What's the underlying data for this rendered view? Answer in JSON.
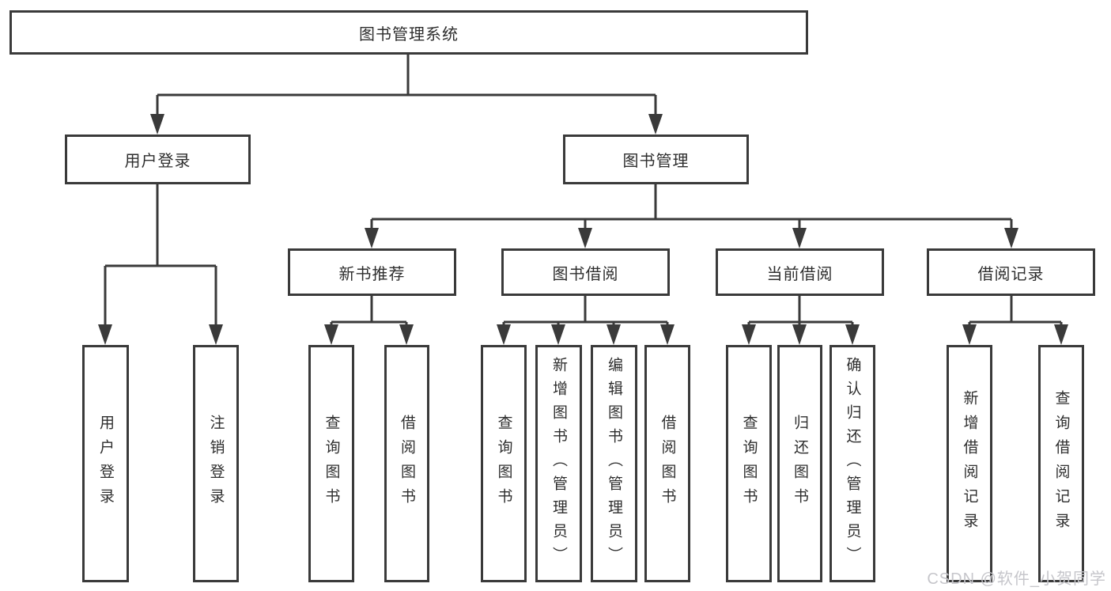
{
  "diagram": {
    "root": {
      "label": "图书管理系统"
    },
    "branches": [
      {
        "label": "用户登录",
        "children": [
          {
            "label": "用户登录"
          },
          {
            "label": "注销登录"
          }
        ]
      },
      {
        "label": "图书管理",
        "sections": [
          {
            "label": "新书推荐",
            "children": [
              {
                "label": "查询图书"
              },
              {
                "label": "借阅图书"
              }
            ]
          },
          {
            "label": "图书借阅",
            "children": [
              {
                "label": "查询图书"
              },
              {
                "label": "新增图书（管理员）"
              },
              {
                "label": "编辑图书（管理员）"
              },
              {
                "label": "借阅图书"
              }
            ]
          },
          {
            "label": "当前借阅",
            "children": [
              {
                "label": "查询图书"
              },
              {
                "label": "归还图书"
              },
              {
                "label": "确认归还（管理员）"
              }
            ]
          },
          {
            "label": "借阅记录",
            "children": [
              {
                "label": "新增借阅记录"
              },
              {
                "label": "查询借阅记录"
              }
            ]
          }
        ]
      }
    ],
    "watermark": "CSDN @软件_小贺同学"
  },
  "colors": {
    "line": "#3a3a3a",
    "text": "#2e2e2e",
    "watermark": "#c6c6cb",
    "background": "#ffffff"
  }
}
